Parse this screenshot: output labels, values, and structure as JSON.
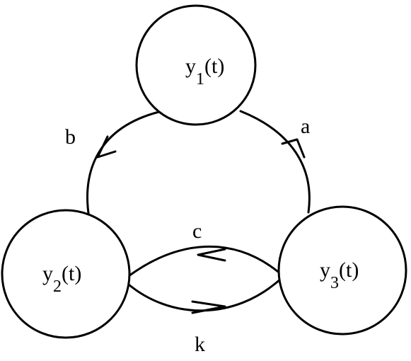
{
  "nodes": {
    "y1": {
      "var": "y",
      "sub": "1",
      "arg": "(t)"
    },
    "y2": {
      "var": "y",
      "sub": "2",
      "arg": "(t)"
    },
    "y3": {
      "var": "y",
      "sub": "3",
      "arg": "(t)"
    }
  },
  "edges": {
    "a": {
      "label": "a",
      "from": "y3",
      "to": "y1"
    },
    "b": {
      "label": "b",
      "from": "y1",
      "to": "y2"
    },
    "c": {
      "label": "c",
      "from": "y3",
      "to": "y2"
    },
    "k": {
      "label": "k",
      "from": "y2",
      "to": "y3"
    }
  }
}
